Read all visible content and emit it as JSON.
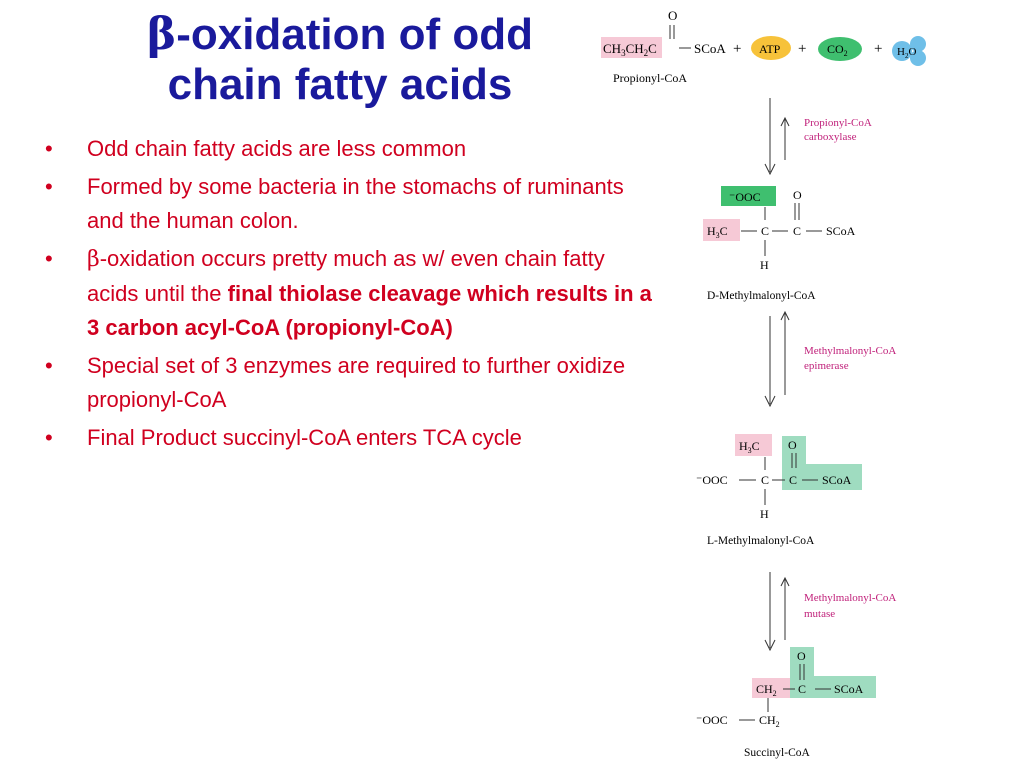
{
  "title": {
    "beta": "β",
    "line1_rest": "-oxidation of odd",
    "line2": "chain fatty acids"
  },
  "bullets": [
    {
      "text": "Odd chain fatty acids are less common"
    },
    {
      "text": "Formed by some bacteria in the stomachs of ruminants and the human colon."
    },
    {
      "beta": "β",
      "text_before": "-oxidation occurs pretty much as w/ even chain fatty acids until the ",
      "bold": "final thiolase cleavage which results in a 3 carbon acyl-CoA (propionyl-CoA)"
    },
    {
      "text": "Special set of 3 enzymes are required to further oxidize propionyl-CoA"
    },
    {
      "text": "Final Product succinyl-CoA enters TCA cycle"
    }
  ],
  "bullet_symbol": "•",
  "diagram": {
    "reaction1": {
      "substrate_a": "CH",
      "sub3": "3",
      "substrate_b": "CH",
      "sub2": "2",
      "substrate_c": "C",
      "scoa": "SCoA",
      "oxygen": "O",
      "plus": "+",
      "atp": "ATP",
      "co2": "CO",
      "co2_sub": "2",
      "h2o": "H",
      "h2o_sub": "2",
      "h2o_o": "O",
      "name": "Propionyl-CoA"
    },
    "enzyme1": [
      "Propionyl-CoA",
      "carboxylase"
    ],
    "compound2": {
      "ooc": "⁻OOC",
      "h3c": "H",
      "h3c_sub": "3",
      "h3c_c": "C",
      "c": "C",
      "h": "H",
      "o": "O",
      "scoa": "SCoA",
      "name": "D-Methylmalonyl-CoA"
    },
    "enzyme2": [
      "Methylmalonyl-CoA",
      "epimerase"
    ],
    "compound3": {
      "ooc": "⁻OOC",
      "h3c": "H",
      "h3c_sub": "3",
      "h3c_c": "C",
      "c": "C",
      "h": "H",
      "o": "O",
      "scoa": "SCoA",
      "name": "L-Methylmalonyl-CoA"
    },
    "enzyme3": [
      "Methylmalonyl-CoA",
      "mutase"
    ],
    "compound4": {
      "ooc": "⁻OOC",
      "ch2": "CH",
      "ch2_sub": "2",
      "c": "C",
      "o": "O",
      "scoa": "SCoA",
      "name": "Succinyl-CoA"
    }
  },
  "colors": {
    "title": "#1a1a9c",
    "text": "#d0001f",
    "enzyme": "#c0207a",
    "pink_box": "#f6c9d6",
    "green_box": "#3fbf6f",
    "mint_box": "#9fdcc0",
    "atp": "#f7c23a",
    "h2o": "#6fbfe8"
  }
}
